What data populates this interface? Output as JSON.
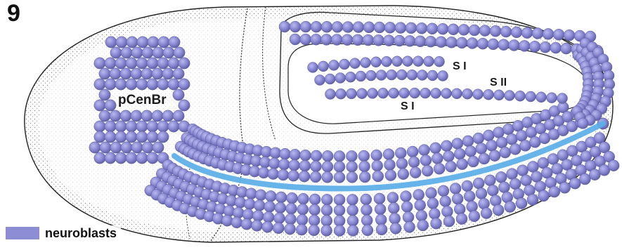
{
  "figure_number": "9",
  "labels": {
    "brain_primordium": "pCenBr",
    "segment_a": "S I",
    "segment_b": "S II",
    "segment_c": "S I"
  },
  "legend": {
    "neuroblasts_label": "neuroblasts"
  },
  "colors": {
    "neuroblast": "#8d8dd6",
    "neuroblast_shadow": "#5f5fa6",
    "midline": "#5aaee8",
    "embryo_outline": "#222222",
    "stipple": "#7a7a7a"
  }
}
